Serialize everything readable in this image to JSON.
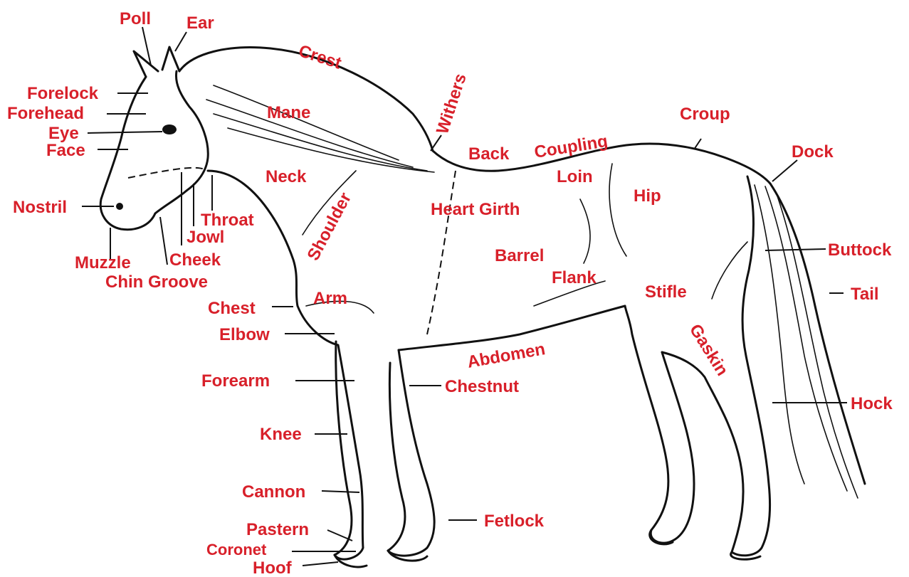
{
  "labels": {
    "poll": "Poll",
    "ear": "Ear",
    "crest": "Crest",
    "withers": "Withers",
    "forelock": "Forelock",
    "forehead": "Forehead",
    "eye": "Eye",
    "face": "Face",
    "mane": "Mane",
    "back": "Back",
    "coupling": "Coupling",
    "croup": "Croup",
    "dock": "Dock",
    "neck": "Neck",
    "loin": "Loin",
    "hip": "Hip",
    "nostril": "Nostril",
    "throat": "Throat",
    "shoulder": "Shoulder",
    "heart_girth": "Heart Girth",
    "jowl": "Jowl",
    "buttock": "Buttock",
    "cheek": "Cheek",
    "muzzle": "Muzzle",
    "barrel": "Barrel",
    "chin_groove": "Chin Groove",
    "flank": "Flank",
    "stifle": "Stifle",
    "tail": "Tail",
    "chest": "Chest",
    "arm": "Arm",
    "gaskin": "Gaskin",
    "elbow": "Elbow",
    "abdomen": "Abdomen",
    "forearm": "Forearm",
    "chestnut": "Chestnut",
    "hock": "Hock",
    "knee": "Knee",
    "cannon": "Cannon",
    "fetlock": "Fetlock",
    "pastern": "Pastern",
    "coronet": "Coronet",
    "hoof": "Hoof"
  },
  "colors": {
    "label": "#d8202a",
    "line": "#111111",
    "background": "#ffffff"
  }
}
